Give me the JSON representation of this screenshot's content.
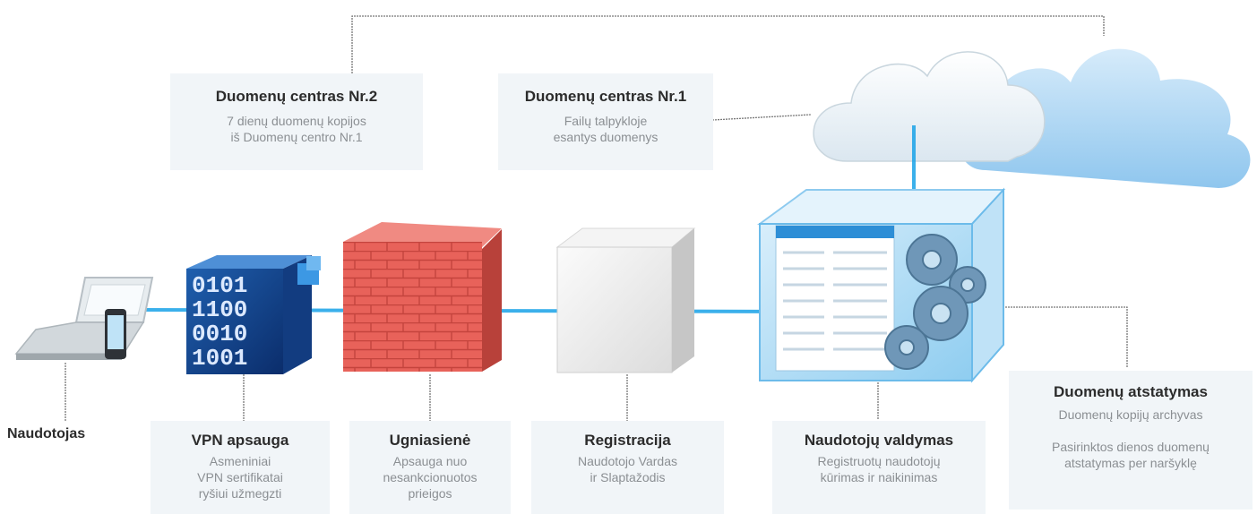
{
  "nodes": {
    "user": {
      "title": "Naudotojas"
    },
    "vpn": {
      "title": "VPN apsauga",
      "lines": [
        "Asmeniniai",
        "VPN sertifikatai",
        "ryšiui užmegzti"
      ]
    },
    "firewall": {
      "title": "Ugniasienė",
      "lines": [
        "Apsauga nuo",
        "nesankcionuotos",
        "prieigos"
      ]
    },
    "registration": {
      "title": "Registracija",
      "lines": [
        "Naudotojo Vardas",
        "ir Slaptažodis"
      ]
    },
    "user_management": {
      "title": "Naudotojų valdymas",
      "lines": [
        "Registruotų naudotojų",
        "kūrimas ir naikinimas"
      ]
    },
    "restore": {
      "title": "Duomenų atstatymas",
      "lines": [
        "Duomenų kopijų archyvas",
        "",
        "Pasirinktos dienos duomenų",
        "atstatymas per naršyklę"
      ]
    },
    "dc1": {
      "title": "Duomenų centras Nr.1",
      "lines": [
        "Failų talpykloje",
        "esantys duomenys"
      ]
    },
    "dc2": {
      "title": "Duomenų centras Nr.2",
      "lines": [
        "7 dienų duomenų kopijos",
        "iš Duomenų centro Nr.1"
      ]
    }
  },
  "binary_rows": [
    "0101",
    "1100",
    "0010",
    "1001"
  ],
  "colors": {
    "link": "#1aa3e8",
    "brick": "#e8625a",
    "connector": "#777777",
    "box_bg": "#f1f5f8"
  }
}
